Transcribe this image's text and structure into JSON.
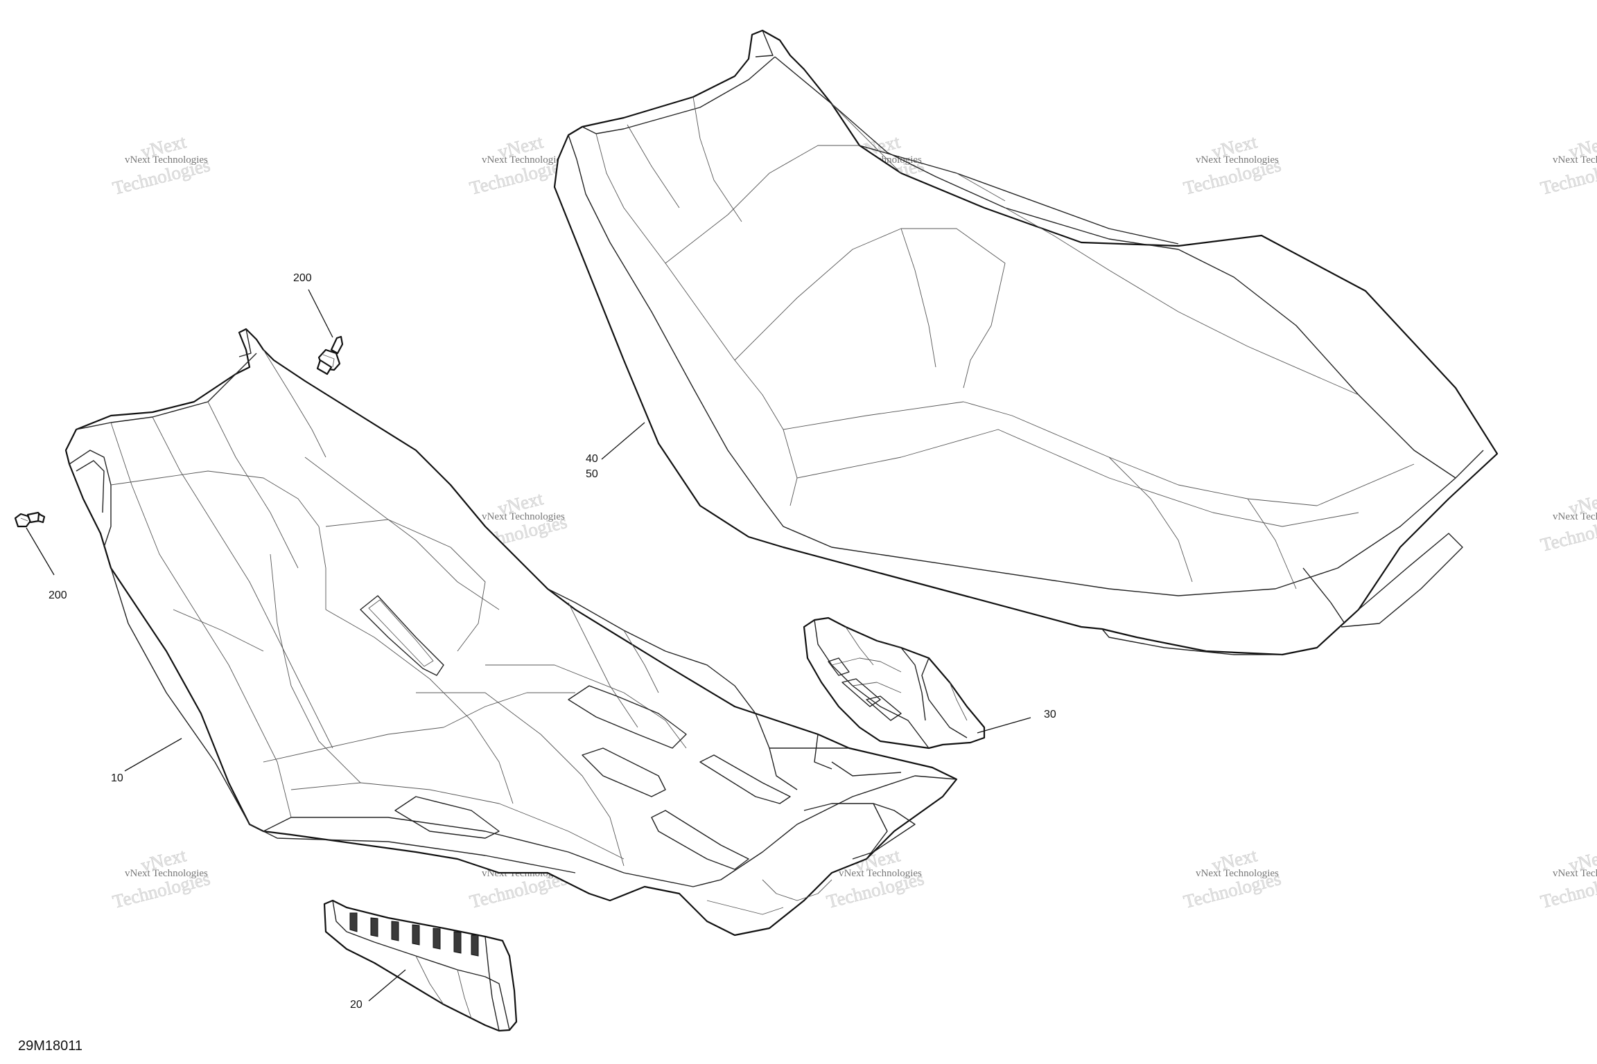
{
  "diagram": {
    "drawing_code": "29M18011",
    "callouts": {
      "bolt_top": "200",
      "bolt_left": "200",
      "base": "10",
      "seat_a": "40",
      "seat_b": "50",
      "right_bracket": "30",
      "front_bracket": "20"
    },
    "watermark": {
      "line1": "vNext Technologies",
      "line2": "Technologies",
      "prefix": "vNext"
    }
  }
}
